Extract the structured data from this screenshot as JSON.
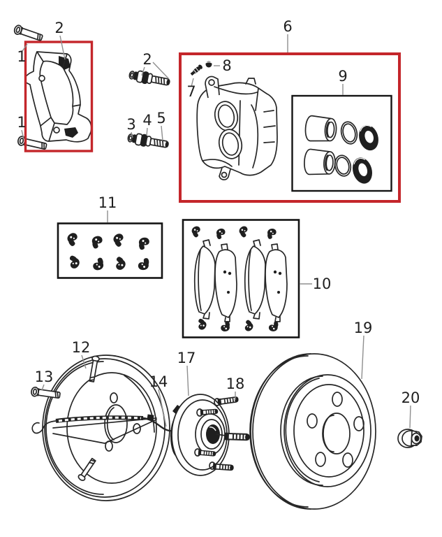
{
  "figure": {
    "kind": "exploded-parts-diagram",
    "colors": {
      "background": "#ffffff",
      "line": "#262626",
      "leader": "#8f8f8f",
      "highlight": "#c4262b",
      "kit_box": "#141414"
    },
    "highlight_boxes": [
      "adapter-bracket-group",
      "caliper-and-seal-kit-group"
    ],
    "kit_boxes": [
      "piston-seal-kit",
      "brake-pad-kit",
      "pad-hardware-clip-kit"
    ],
    "callouts": {
      "c1a": {
        "label": "1",
        "part": "mounting-bolt"
      },
      "c2a": {
        "label": "2",
        "part": "caliper-adapter-bracket"
      },
      "c1b": {
        "label": "1",
        "part": "mounting-bolt"
      },
      "c2b": {
        "label": "2",
        "part": "guide-pin-assembly"
      },
      "c3": {
        "label": "3",
        "part": "guide-pin-end"
      },
      "c4": {
        "label": "4",
        "part": "guide-pin-boot"
      },
      "c5": {
        "label": "5",
        "part": "guide-pin-bolt"
      },
      "c6": {
        "label": "6",
        "part": "caliper-assembly-group"
      },
      "c7": {
        "label": "7",
        "part": "bleeder-screw"
      },
      "c8": {
        "label": "8",
        "part": "bleeder-cap"
      },
      "c9": {
        "label": "9",
        "part": "piston-seal-kit"
      },
      "c10": {
        "label": "10",
        "part": "brake-pad-kit"
      },
      "c11": {
        "label": "11",
        "part": "pad-hardware-clip-kit"
      },
      "c12": {
        "label": "12",
        "part": "splash-shield"
      },
      "c13": {
        "label": "13",
        "part": "shield-bolt"
      },
      "c14": {
        "label": "14",
        "part": "wheel-speed-sensor-harness"
      },
      "c17": {
        "label": "17",
        "part": "hub-bearing-assembly"
      },
      "c18": {
        "label": "18",
        "part": "wheel-stud"
      },
      "c19": {
        "label": "19",
        "part": "brake-rotor"
      },
      "c20": {
        "label": "20",
        "part": "hub-nut"
      }
    }
  }
}
